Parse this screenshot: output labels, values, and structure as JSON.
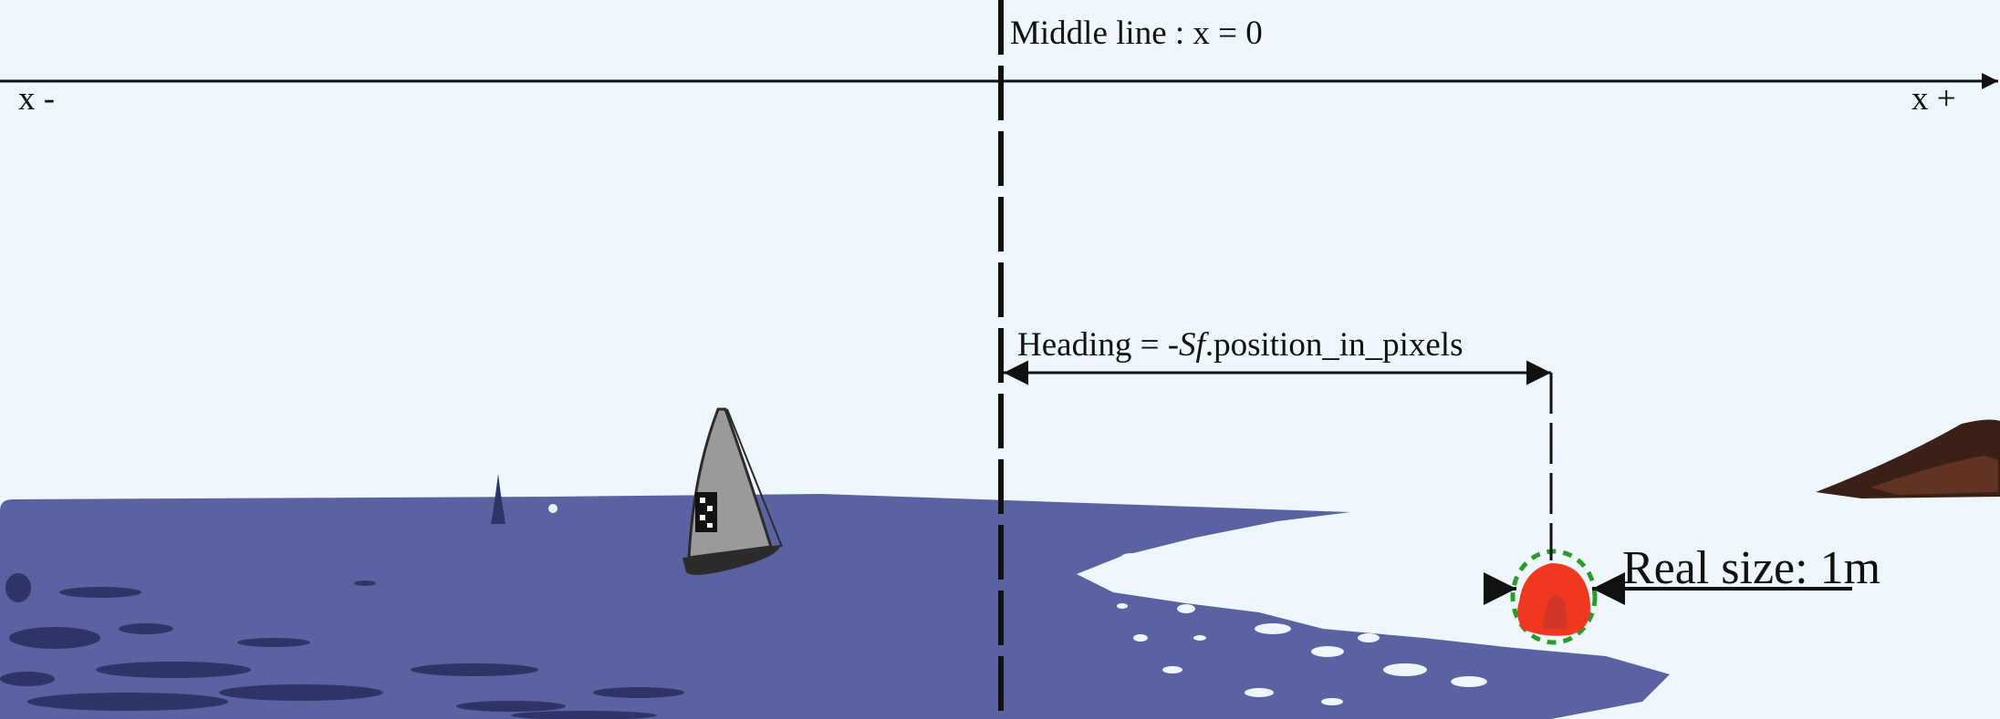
{
  "axis": {
    "middle_line_label": "Middle line : x = 0",
    "x_minus_label": "x -",
    "x_plus_label": "x +"
  },
  "heading": {
    "prefix": "Heading = -",
    "factor": "Sf",
    "suffix": ".position_in_pixels"
  },
  "buoy": {
    "real_size_label": "Real size: 1m"
  },
  "colors": {
    "sky": "#eef7fb",
    "sea": "#5b62a2",
    "sea_dark": "#2f3466",
    "buoy": "#f0371f",
    "buoy_outline": "#2a9a2a",
    "sail": "#9a9a9a",
    "hull": "#2b2b2b",
    "land": "#3a2018"
  },
  "icons": [
    "sailboat-icon",
    "buoy-icon",
    "distant-sail-icon",
    "land-icon"
  ]
}
